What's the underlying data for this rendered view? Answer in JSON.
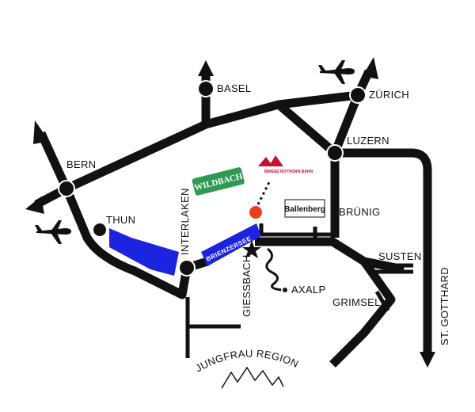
{
  "map": {
    "cities": {
      "basel": "BASEL",
      "zurich": "ZÜRICH",
      "bern": "BERN",
      "luzern": "LUZERN",
      "thun": "THUN",
      "interlaken": "INTERLAKEN",
      "brunig": "BRÜNIG",
      "susten": "SUSTEN",
      "grimsel": "GRIMSEL",
      "giessbach": "GIESSBACH",
      "axalp": "AXALP",
      "st_gotthard": "ST. GOTTHARD"
    },
    "lakes": {
      "brienzersee": "BRIENZERSEE"
    },
    "region": "JUNGFRAU REGION",
    "logos": {
      "ballenberg": "Ballenberg",
      "wildbach": "WILDBACH",
      "brienz_rothorn": "BRIENZ ROTHORN BAHN"
    },
    "colors": {
      "road": "#111111",
      "lake": "#1c24e0",
      "hotel_marker": "#e8401c",
      "logo_red": "#c8102e",
      "logo_green": "#2e9a52"
    },
    "icons": [
      "airplane-icon",
      "airplane-icon",
      "star-icon",
      "mountain-icon"
    ]
  }
}
